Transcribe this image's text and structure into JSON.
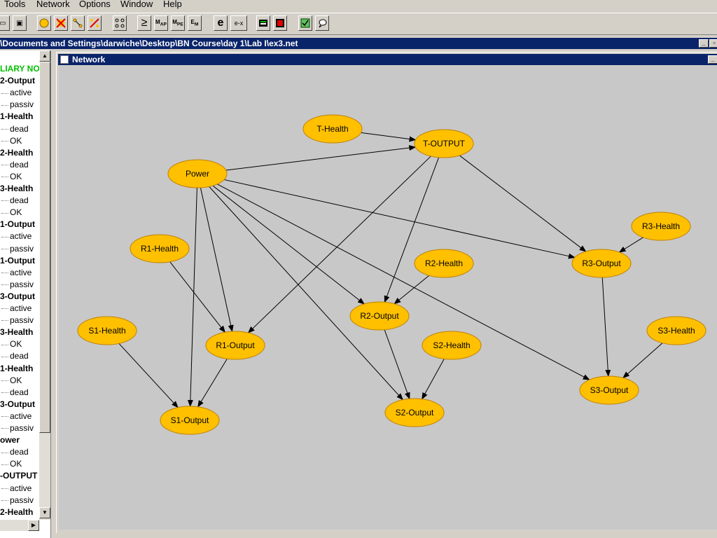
{
  "menubar": {
    "items": [
      "Tools",
      "Network",
      "Options",
      "Window",
      "Help"
    ]
  },
  "window": {
    "title": "\\Documents and Settings\\darwiche\\Desktop\\BN Course\\day 1\\Lab I\\ex3.net"
  },
  "network_window": {
    "title": "Network"
  },
  "toolbar": {
    "buttons": [
      "save-icon",
      "disk-icon",
      "node-icon",
      "delete-node-icon",
      "arc-icon",
      "delete-arc-icon",
      "layout-icon",
      "geq-icon",
      "MAP",
      "MPE",
      "EM",
      "e",
      "e-x",
      "monitor-icon",
      "monitor-red-icon",
      "check-icon",
      "speech-icon"
    ],
    "labels": {
      "map": "M",
      "map_sub": "AP",
      "mpe": "M",
      "mpe_sub": "PE",
      "em": "E",
      "em_sub": "M",
      "geq": "≥",
      "e": "e",
      "ex": "e-x"
    }
  },
  "tree": {
    "rows": [
      {
        "label": "LIARY NO",
        "kind": "aux"
      },
      {
        "label": "2-Output",
        "kind": "var"
      },
      {
        "label": "active",
        "kind": "state"
      },
      {
        "label": "passiv",
        "kind": "state"
      },
      {
        "label": "1-Health",
        "kind": "var"
      },
      {
        "label": "dead",
        "kind": "state"
      },
      {
        "label": "OK",
        "kind": "state"
      },
      {
        "label": "2-Health",
        "kind": "var"
      },
      {
        "label": "dead",
        "kind": "state"
      },
      {
        "label": "OK",
        "kind": "state"
      },
      {
        "label": "3-Health",
        "kind": "var"
      },
      {
        "label": "dead",
        "kind": "state"
      },
      {
        "label": "OK",
        "kind": "state"
      },
      {
        "label": "1-Output",
        "kind": "var"
      },
      {
        "label": "active",
        "kind": "state"
      },
      {
        "label": "passiv",
        "kind": "state"
      },
      {
        "label": "1-Output",
        "kind": "var"
      },
      {
        "label": "active",
        "kind": "state"
      },
      {
        "label": "passiv",
        "kind": "state"
      },
      {
        "label": "3-Output",
        "kind": "var"
      },
      {
        "label": "active",
        "kind": "state"
      },
      {
        "label": "passiv",
        "kind": "state"
      },
      {
        "label": "3-Health",
        "kind": "var"
      },
      {
        "label": "OK",
        "kind": "state"
      },
      {
        "label": "dead",
        "kind": "state"
      },
      {
        "label": "1-Health",
        "kind": "var"
      },
      {
        "label": "OK",
        "kind": "state"
      },
      {
        "label": "dead",
        "kind": "state"
      },
      {
        "label": "3-Output",
        "kind": "var"
      },
      {
        "label": "active",
        "kind": "state"
      },
      {
        "label": "passiv",
        "kind": "state"
      },
      {
        "label": "ower",
        "kind": "var"
      },
      {
        "label": "dead",
        "kind": "state"
      },
      {
        "label": "OK",
        "kind": "state"
      },
      {
        "label": "-OUTPUT",
        "kind": "var"
      },
      {
        "label": "active",
        "kind": "state"
      },
      {
        "label": "passiv",
        "kind": "state"
      },
      {
        "label": "2-Health",
        "kind": "var"
      }
    ]
  },
  "graph": {
    "node_fill": "#ffc000",
    "node_stroke": "#c08000",
    "nodes": [
      {
        "id": "t_health",
        "label": "T-Health"
      },
      {
        "id": "t_output",
        "label": "T-OUTPUT"
      },
      {
        "id": "power",
        "label": "Power"
      },
      {
        "id": "r3_health",
        "label": "R3-Health"
      },
      {
        "id": "r1_health",
        "label": "R1-Health"
      },
      {
        "id": "r2_health",
        "label": "R2-Health"
      },
      {
        "id": "r3_output",
        "label": "R3-Output"
      },
      {
        "id": "r2_output",
        "label": "R2-Output"
      },
      {
        "id": "s1_health",
        "label": "S1-Health"
      },
      {
        "id": "r1_output",
        "label": "R1-Output"
      },
      {
        "id": "s2_health",
        "label": "S2-Health"
      },
      {
        "id": "s3_health",
        "label": "S3-Health"
      },
      {
        "id": "s3_output",
        "label": "S3-Output"
      },
      {
        "id": "s2_output",
        "label": "S2-Output"
      },
      {
        "id": "s1_output",
        "label": "S1-Output"
      }
    ],
    "edges": [
      [
        "t_health",
        "t_output"
      ],
      [
        "power",
        "t_output"
      ],
      [
        "power",
        "r1_output"
      ],
      [
        "power",
        "s1_output"
      ],
      [
        "power",
        "r2_output"
      ],
      [
        "power",
        "s2_output"
      ],
      [
        "power",
        "r3_output"
      ],
      [
        "power",
        "s3_output"
      ],
      [
        "t_output",
        "r1_output"
      ],
      [
        "t_output",
        "r2_output"
      ],
      [
        "t_output",
        "r3_output"
      ],
      [
        "r1_health",
        "r1_output"
      ],
      [
        "r2_health",
        "r2_output"
      ],
      [
        "r3_health",
        "r3_output"
      ],
      [
        "s1_health",
        "s1_output"
      ],
      [
        "r1_output",
        "s1_output"
      ],
      [
        "r2_output",
        "s2_output"
      ],
      [
        "s2_health",
        "s2_output"
      ],
      [
        "r3_output",
        "s3_output"
      ],
      [
        "s3_health",
        "s3_output"
      ]
    ]
  }
}
